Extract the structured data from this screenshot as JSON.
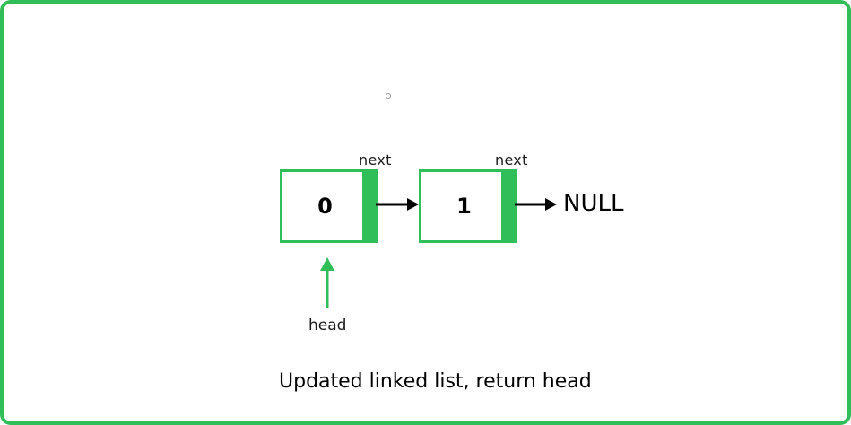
{
  "diagram": {
    "nodes": [
      {
        "value": "0",
        "pointer_label": "next"
      },
      {
        "value": "1",
        "pointer_label": "next"
      }
    ],
    "terminal": "NULL",
    "head_label": "head",
    "caption": "Updated linked list, return head"
  },
  "colors": {
    "accent": "#2fbe57",
    "text": "#1a1a1a",
    "arrow": "#000000"
  }
}
